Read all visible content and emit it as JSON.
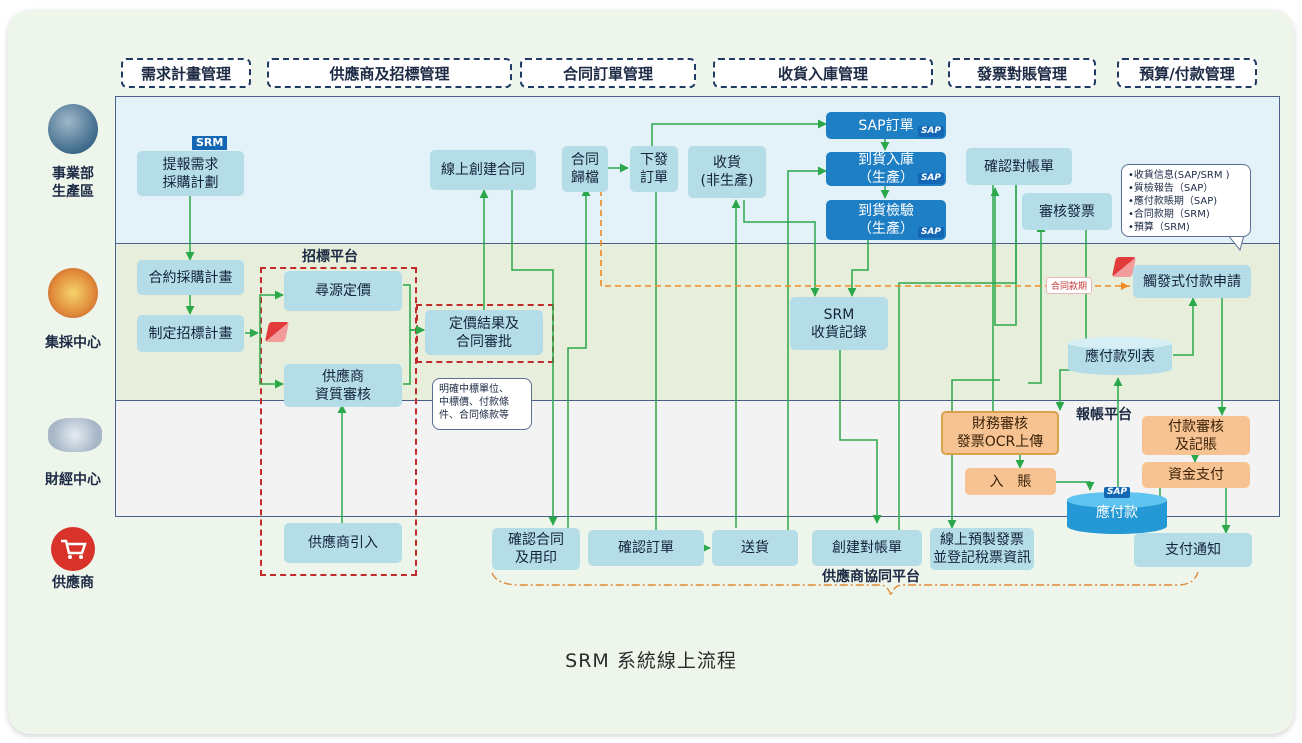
{
  "caption": "SRM 系統線上流程",
  "categories": [
    "需求計畫管理",
    "供應商及招標管理",
    "合同訂單管理",
    "收貨入庫管理",
    "發票對賬管理",
    "預算/付款管理"
  ],
  "lanes": {
    "business": "事業部\n生產區",
    "purchasing": "集採中心",
    "finance": "財經中心",
    "supplier": "供應商"
  },
  "platforms": {
    "bidding": "招標平台",
    "reimbursement": "報帳平台",
    "supplier_collab": "供應商協同平台"
  },
  "badges": {
    "srm": "SRM",
    "sap": "SAP",
    "contract_terms": "合同款期"
  },
  "boxes": {
    "submit_demand": "提報需求\n採購計劃",
    "contract_purchase_plan": "合約採購計畫",
    "bidding_plan": "制定招標計畫",
    "sourcing_pricing": "尋源定價",
    "supplier_qualification": "供應商\n資質審核",
    "supplier_intro": "供應商引入",
    "pricing_result": "定價結果及\n合同審批",
    "online_contract": "線上創建合同",
    "contract_archive": "合同\n歸檔",
    "issue_order": "下發\n訂單",
    "confirm_contract": "確認合同\n及用印",
    "confirm_order": "確認訂單",
    "receive_goods": "收貨\n(非生產)",
    "delivery": "送貨",
    "sap_order": "SAP訂單",
    "goods_in_stock": "到貨入庫\n（生產）",
    "goods_inspection": "到貨檢驗\n（生產）",
    "srm_receipt": "SRM\n收貨記錄",
    "create_statement": "創建對帳單",
    "confirm_statement": "確認對帳單",
    "review_invoice": "審核發票",
    "finance_review": "財務審核\n發票OCR上傳",
    "posting": "入　賬",
    "prefill_invoice": "線上預製發票\n並登記稅票資訊",
    "payables_list": "應付款列表",
    "payables": "應付款",
    "trigger_payment": "觸發式付款申請",
    "payment_review": "付款審核\n及記賬",
    "fund_payment": "資金支付",
    "payment_notice": "支付通知"
  },
  "notes": {
    "pricing_note": "明確中標單位、\n中標價、付款條\n件、合同條款等",
    "payment_info": "•收貨信息(SAP/SRM )\n•質檢報告（SAP）\n•應付款賬期（SAP)\n•合同款期（SRM)\n•預算（SRM)"
  },
  "colors": {
    "arrow": "#2aa84a",
    "dashed_orange": "#f08a24",
    "light_box": "#b4dde8",
    "dark_box": "#1f7fc4",
    "orange_box": "#f7c392",
    "band_top": "#e3f1f8",
    "band_mid": "#e7efdc",
    "band_bottom": "#f3f3f3"
  }
}
